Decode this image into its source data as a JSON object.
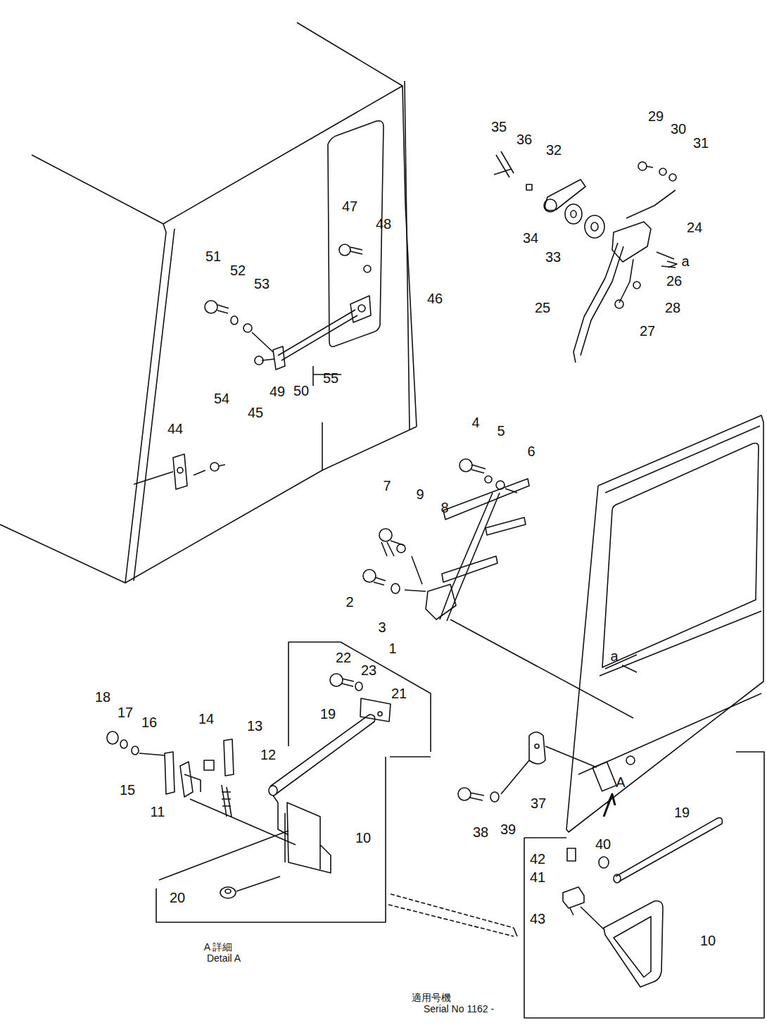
{
  "diagram": {
    "labels": [
      "35",
      "36",
      "32",
      "29",
      "30",
      "31",
      "24",
      "a",
      "34",
      "33",
      "26",
      "28",
      "27",
      "25",
      "47",
      "48",
      "51",
      "52",
      "53",
      "46",
      "45",
      "49",
      "50",
      "55",
      "54",
      "44",
      "4",
      "5",
      "6",
      "7",
      "9",
      "8",
      "2",
      "3",
      "1",
      "22",
      "23",
      "21",
      "19",
      "18",
      "17",
      "16",
      "14",
      "13",
      "12",
      "15",
      "11",
      "10",
      "20",
      "A 詳細",
      "Detail A",
      "a",
      "A",
      "37",
      "38",
      "39",
      "19",
      "42",
      "40",
      "41",
      "43",
      "10",
      "適用号機",
      "Serial No 1162 -"
    ]
  }
}
